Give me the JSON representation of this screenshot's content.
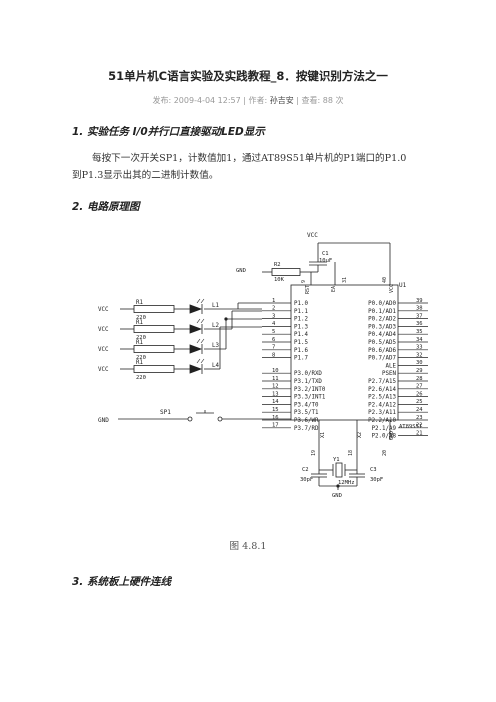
{
  "title": "51单片机C语言实验及实践教程_8．按键识别方法之一",
  "meta": {
    "published": "发布: 2009-4-04 12:57",
    "sep1": " | ",
    "author_label": "作者: ",
    "author": "孙吉安",
    "sep2": " | ",
    "views": "查看: 88 次"
  },
  "section1": {
    "heading": "1.  实验任务 I/0并行口直接驱动LED显示"
  },
  "paragraph": {
    "line1": "每按下一次开关SP1，计数值加1，通过AT89S51单片机的P1端口的P1.0",
    "line2": "到P1.3显示出其的二进制计数值。"
  },
  "section2": {
    "heading": "2.  电路原理图"
  },
  "schematic": {
    "chip_name": "U1",
    "chip_model": "AT89S51",
    "vcc": "VCC",
    "gnd": "GND",
    "c1_name": "C1",
    "c1_value": "10uF",
    "r2_name": "R2",
    "r2_value": "10K",
    "rst_label": "RST",
    "ea_label": "EA",
    "vcc_pin_label": "VCC",
    "pin9": "9",
    "pin31": "31",
    "pin40": "40",
    "left_pins": [
      {
        "num": "1",
        "label": "P1.0"
      },
      {
        "num": "2",
        "label": "P1.1"
      },
      {
        "num": "3",
        "label": "P1.2"
      },
      {
        "num": "4",
        "label": "P1.3"
      },
      {
        "num": "5",
        "label": "P1.4"
      },
      {
        "num": "6",
        "label": "P1.5"
      },
      {
        "num": "7",
        "label": "P1.6"
      },
      {
        "num": "8",
        "label": "P1.7"
      },
      {
        "num": "10",
        "label": "P3.0/RXD"
      },
      {
        "num": "11",
        "label": "P3.1/TXD"
      },
      {
        "num": "12",
        "label": "P3.2/INT0"
      },
      {
        "num": "13",
        "label": "P3.3/INT1"
      },
      {
        "num": "14",
        "label": "P3.4/T0"
      },
      {
        "num": "15",
        "label": "P3.5/T1"
      },
      {
        "num": "16",
        "label": "P3.6/WR"
      },
      {
        "num": "17",
        "label": "P3.7/RD"
      }
    ],
    "right_pins": [
      {
        "num": "39",
        "label": "P0.0/AD0"
      },
      {
        "num": "38",
        "label": "P0.1/AD1"
      },
      {
        "num": "37",
        "label": "P0.2/AD2"
      },
      {
        "num": "36",
        "label": "P0.3/AD3"
      },
      {
        "num": "35",
        "label": "P0.4/AD4"
      },
      {
        "num": "34",
        "label": "P0.5/AD5"
      },
      {
        "num": "33",
        "label": "P0.6/AD6"
      },
      {
        "num": "32",
        "label": "P0.7/AD7"
      },
      {
        "num": "30",
        "label": "ALE"
      },
      {
        "num": "29",
        "label": "PSEN"
      },
      {
        "num": "28",
        "label": "P2.7/A15"
      },
      {
        "num": "27",
        "label": "P2.6/A14"
      },
      {
        "num": "26",
        "label": "P2.5/A13"
      },
      {
        "num": "25",
        "label": "P2.4/A12"
      },
      {
        "num": "24",
        "label": "P2.3/A11"
      },
      {
        "num": "23",
        "label": "P2.2/A10"
      },
      {
        "num": "22",
        "label": "P2.1/A9"
      },
      {
        "num": "21",
        "label": "P2.0/A8"
      }
    ],
    "led_rows": [
      {
        "vcc": "VCC",
        "res": "R1",
        "res_value": "220",
        "led": "L1"
      },
      {
        "vcc": "VCC",
        "res": "R1",
        "res_value": "220",
        "led": "L2"
      },
      {
        "vcc": "VCC",
        "res": "R1",
        "res_value": "220",
        "led": "L3"
      },
      {
        "vcc": "VCC",
        "res": "R1",
        "res_value": "220",
        "led": "L4"
      }
    ],
    "switch_name": "SP1",
    "x1_label": "X1",
    "x2_label": "X2",
    "gnd_pin_label": "GND",
    "pin19": "19",
    "pin18": "18",
    "pin20": "20",
    "crystal_name": "Y1",
    "crystal_value": "12MHz",
    "c2_name": "C2",
    "c2_value": "30pF",
    "c3_name": "C3",
    "c3_value": "30pF"
  },
  "caption": "图 4.8.1",
  "section3": {
    "heading": "3.  系统板上硬件连线"
  }
}
